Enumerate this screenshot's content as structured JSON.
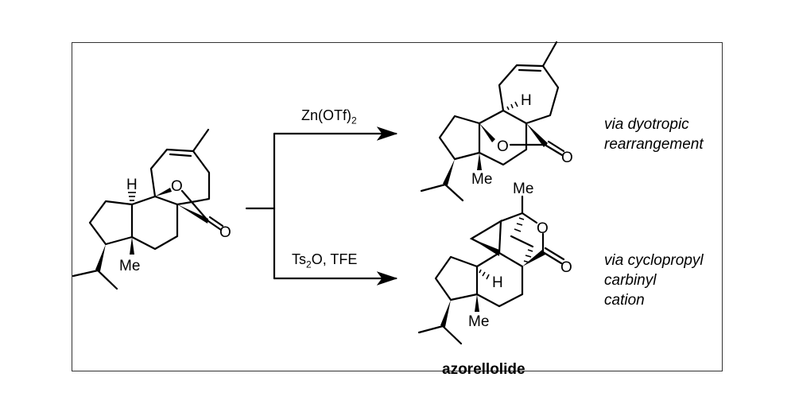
{
  "reactions": {
    "top": {
      "reagent": "Zn(OTf)",
      "reagent_sub": "2",
      "note_lines": [
        "via dyotropic",
        "rearrangement"
      ]
    },
    "bottom": {
      "reagent_pre": "Ts",
      "reagent_sub": "2",
      "reagent_post": "O, TFE",
      "note_lines": [
        "via cyclopropyl",
        "carbinyl",
        "cation"
      ]
    }
  },
  "atoms": {
    "H": "H",
    "O": "O",
    "Me": "Me"
  },
  "product_name": "azorellolide"
}
